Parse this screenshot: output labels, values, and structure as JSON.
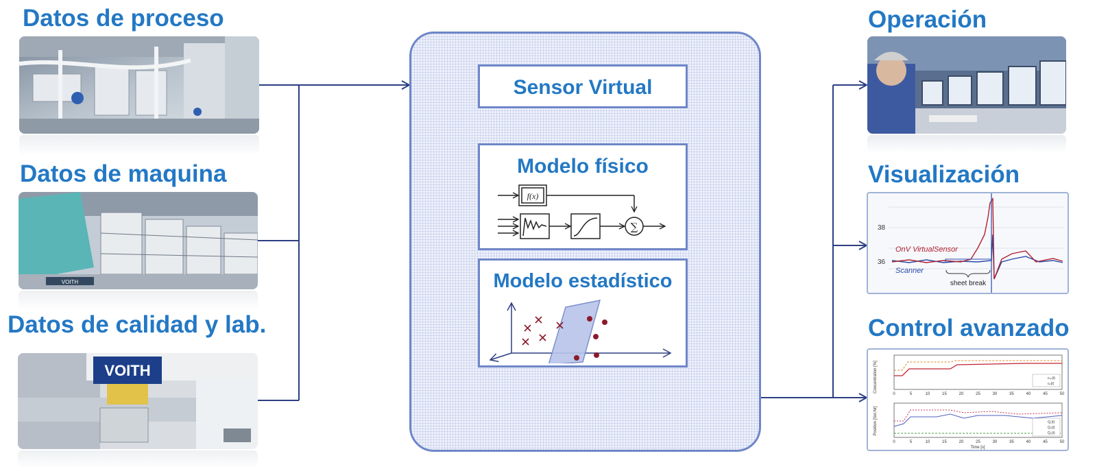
{
  "inputs": {
    "proceso": {
      "title": "Datos de proceso"
    },
    "maquina": {
      "title": "Datos de maquina",
      "brand": "VOITH"
    },
    "calidad": {
      "title": "Datos de calidad y lab.",
      "brand": "VOITH"
    }
  },
  "central": {
    "sensor": {
      "title": "Sensor Virtual"
    },
    "fisico": {
      "title": "Modelo físico",
      "fx": "f(x)",
      "sum": "∑"
    },
    "estadistico": {
      "title": "Modelo estadístico"
    }
  },
  "outputs": {
    "operacion": {
      "title": "Operación"
    },
    "visualizacion": {
      "title": "Visualización",
      "y_ticks": [
        "38",
        "36"
      ],
      "series": [
        "OnV VirtualSensor",
        "Scanner"
      ],
      "annotation": "sheet break"
    },
    "control": {
      "title": "Control avanzado",
      "ylabel_top": "Concentration [%]",
      "ylabel_bottom": "Position [Sel.Nr]",
      "xlabel": "Time [s]",
      "x_ticks": [
        "0",
        "5",
        "10",
        "15",
        "20",
        "25",
        "30",
        "35",
        "40",
        "45",
        "50"
      ],
      "legend_top": [
        "cₛₚ(t)",
        "cₚ(t)"
      ],
      "legend_bottom": [
        "Q₁(t)",
        "Q₂(t)",
        "Q₃(t)"
      ]
    }
  },
  "colors": {
    "title": "#2378c4",
    "frame": "#6e86c8",
    "connector": "#2c3e82",
    "dot": "#8b1a2b"
  }
}
